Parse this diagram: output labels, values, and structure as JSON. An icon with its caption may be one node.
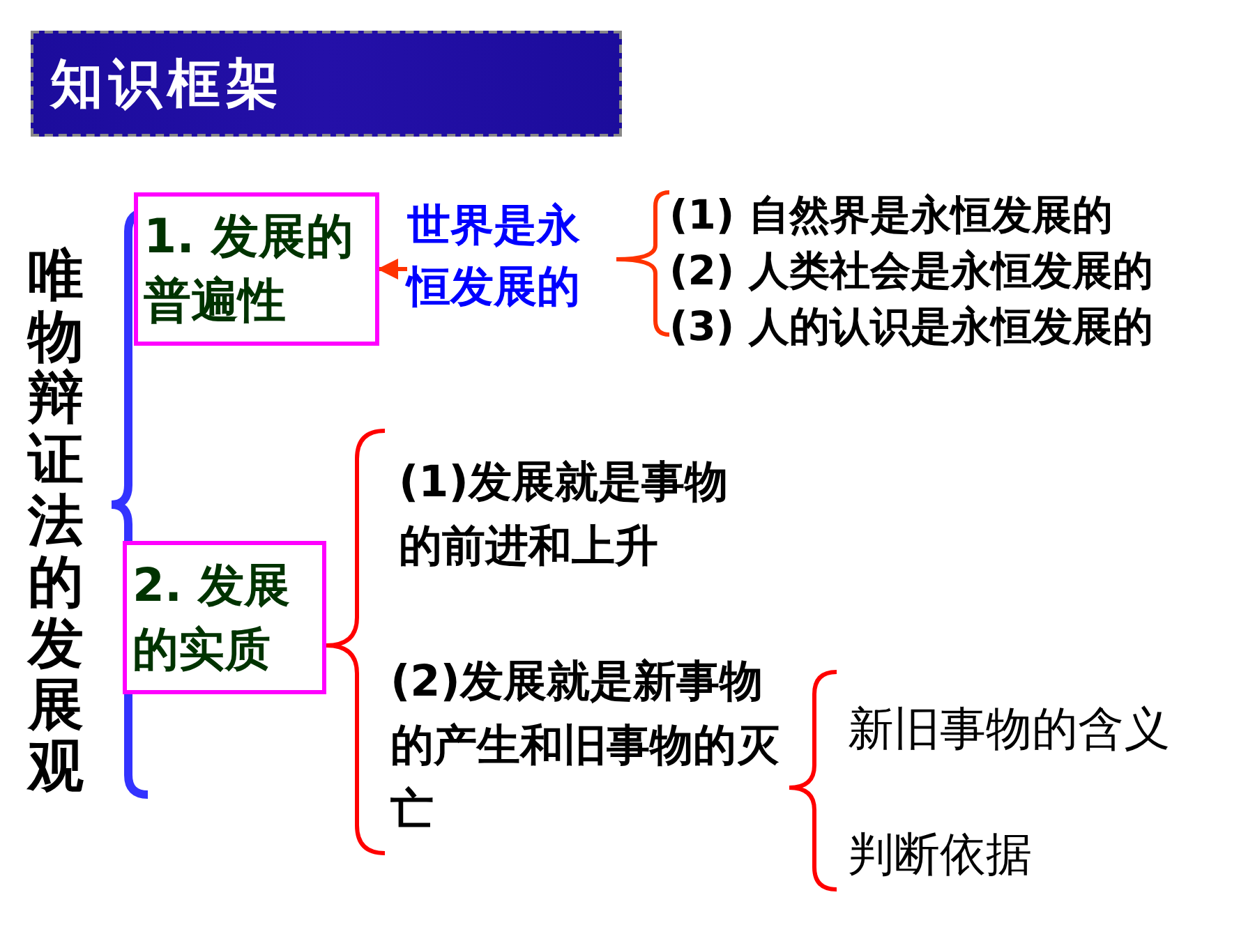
{
  "diagram": {
    "title": "知识框架",
    "nodes": [
      {
        "text": [
          "唯物辩证法的发展观"
        ]
      },
      {
        "text": [
          "1. 发展的普遍性"
        ]
      },
      {
        "text": [
          "世界是永恒发展的"
        ]
      },
      {
        "text": [
          "(1) 自然界是永恒发展的"
        ]
      },
      {
        "text": [
          "(2) 人类社会是永恒发展的"
        ]
      },
      {
        "text": [
          "(3) 人的认识是永恒发展的"
        ]
      },
      {
        "text": [
          "2. 发展的实质"
        ]
      },
      {
        "text": [
          "(1)发展就是事物的前进和上升"
        ]
      },
      {
        "text": [
          "(2)发展就是新事物的**产生**和旧事物的**灭亡**"
        ]
      },
      {
        "text": [
          "新旧事物的含义"
        ]
      },
      {
        "text": [
          "判断依据"
        ]
      }
    ],
    "edges": [
      {
        "from": 2,
        "to": 1,
        "arrow": "to",
        "color": "#ff3300"
      }
    ]
  }
}
